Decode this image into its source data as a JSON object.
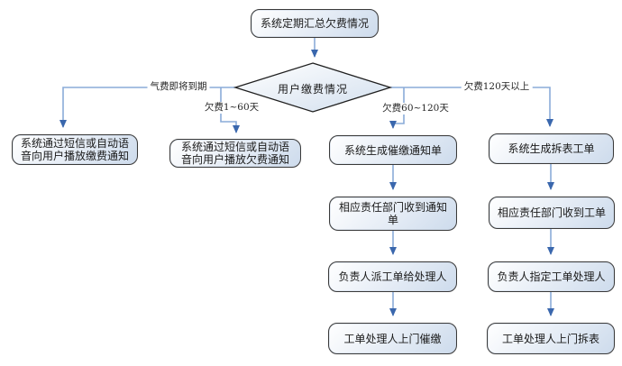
{
  "flow": {
    "start": {
      "label": "系统定期汇总欠费情况"
    },
    "decision": {
      "label": "用户缴费情况"
    },
    "branches": {
      "due_soon": {
        "label": "气费即将到期"
      },
      "overdue_1_60": {
        "label": "欠费1~60天"
      },
      "overdue_60_120": {
        "label": "欠费60~120天"
      },
      "overdue_120_plus": {
        "label": "欠费120天以上"
      }
    },
    "nodes": {
      "notify_payment": {
        "label": "系统通过短信或自动语音向用户播放缴费通知"
      },
      "notify_arrears": {
        "label": "系统通过短信或自动语音向用户播放欠费通知"
      },
      "gen_reminder": {
        "label": "系统生成催缴通知单"
      },
      "dept_receive_notice": {
        "label": "相应责任部门收到通知单"
      },
      "assign_order": {
        "label": "负责人派工单给处理人"
      },
      "door_collect": {
        "label": "工单处理人上门催缴"
      },
      "gen_removal": {
        "label": "系统生成拆表工单"
      },
      "dept_receive_order": {
        "label": "相应责任部门收到工单"
      },
      "designate_handler": {
        "label": "负责人指定工单处理人"
      },
      "door_remove": {
        "label": "工单处理人上门拆表"
      }
    }
  },
  "colors": {
    "node_fill_top": "#ffffff",
    "node_fill_bottom": "#cddbec",
    "node_border": "#3a3a3a",
    "connector": "#8aabd8",
    "arrowhead": "#3a67ad",
    "text": "#1a1a1a"
  }
}
